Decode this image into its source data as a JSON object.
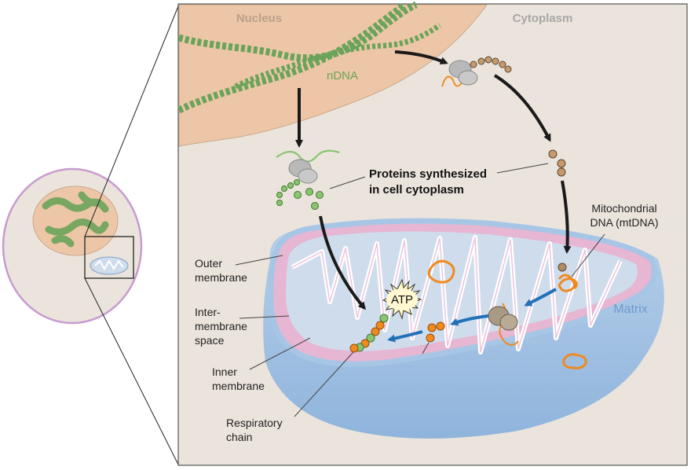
{
  "labels": {
    "nucleus": "Nucleus",
    "cytoplasm": "Cytoplasm",
    "ndna": "nDNA",
    "proteins_line1": "Proteins synthesized",
    "proteins_line2": "in cell cytoplasm",
    "mtdna_line1": "Mitochondrial",
    "mtdna_line2": "DNA (mtDNA)",
    "outer_line1": "Outer",
    "outer_line2": "membrane",
    "inter_line1": "Inter-",
    "inter_line2": "membrane",
    "inter_line3": "space",
    "inner_line1": "Inner",
    "inner_line2": "membrane",
    "resp_line1": "Respiratory",
    "resp_line2": "chain",
    "matrix": "Matrix",
    "atp": "ATP"
  },
  "colors": {
    "nucleus_fill": "#edc6a7",
    "dna_green": "#6aa35a",
    "cytoplasm_bg": "#ebe4dc",
    "outer_membrane": "#a7c6e6",
    "intermembrane_pink": "#e6b6d2",
    "matrix_blue": "#cfdcec",
    "protein_green": "#8cc474",
    "protein_brown": "#b38b64",
    "protein_orange": "#ef8a1f",
    "arrow_black": "#1a1a1a",
    "arrow_blue": "#2270b8"
  }
}
